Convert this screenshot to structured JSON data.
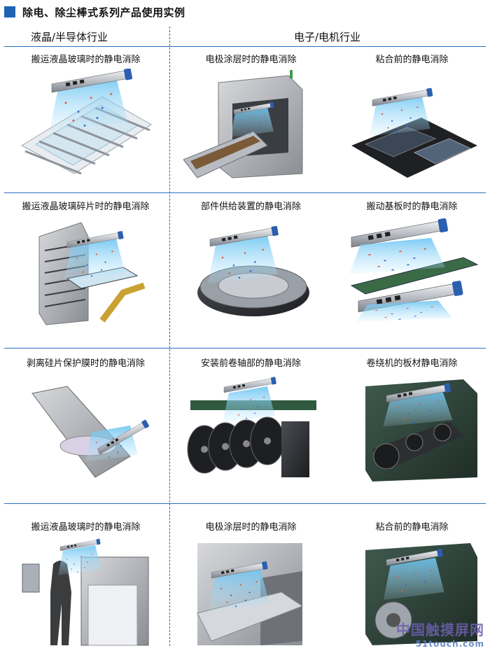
{
  "header": {
    "title": "除电、除尘棒式系列产品使用实例",
    "accent": "#1f63b5"
  },
  "industries": {
    "left": "液晶/半导体行业",
    "right": "电子/电机行业"
  },
  "rows": [
    {
      "cells": [
        {
          "caption": "搬运液晶玻璃时的静电消除",
          "icon": "glass-conveyor-illustration"
        },
        {
          "caption": "电极涂层时的静电消除",
          "icon": "electrode-coating-illustration"
        },
        {
          "caption": "粘合前的静电消除",
          "icon": "bonding-illustration"
        }
      ]
    },
    {
      "cells": [
        {
          "caption": "搬运液晶玻璃碎片时的静电消除",
          "icon": "glass-fragment-illustration"
        },
        {
          "caption": "部件供给装置的静电消除",
          "icon": "parts-feeder-illustration"
        },
        {
          "caption": "搬动基板时的静电消除",
          "icon": "board-transport-illustration"
        }
      ]
    },
    {
      "cells": [
        {
          "caption": "剥离硅片保护膜时的静电消除",
          "icon": "wafer-film-illustration"
        },
        {
          "caption": "安装前卷轴部的静电消除",
          "icon": "reel-illustration"
        },
        {
          "caption": "卷绕机的板材静电消除",
          "icon": "winder-illustration"
        }
      ]
    },
    {
      "cells": [
        {
          "caption": "搬运液晶玻璃时的静电消除",
          "icon": "glass-operator-illustration"
        },
        {
          "caption": "电极涂层时的静电消除",
          "icon": "electrode-coating-illustration"
        },
        {
          "caption": "粘合前的静电消除",
          "icon": "bonding-illustration"
        }
      ]
    }
  ],
  "watermark": {
    "text": "中国触摸屏网",
    "url": "51touch.com"
  }
}
